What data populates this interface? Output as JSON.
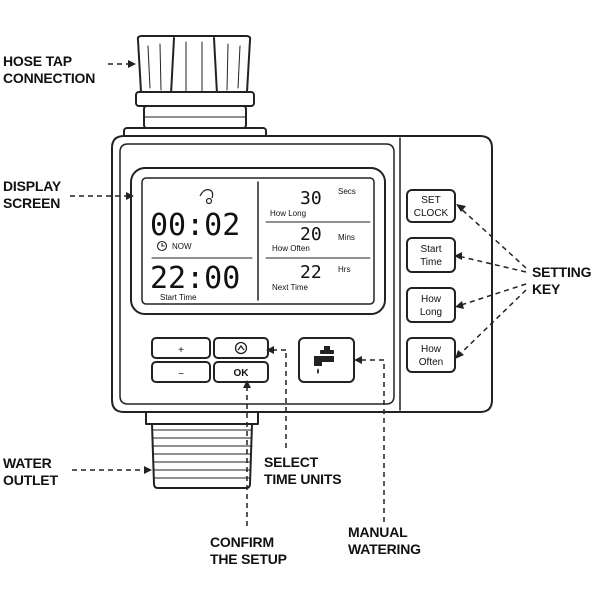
{
  "callouts": {
    "hose_tap": [
      "HOSE TAP",
      "CONNECTION"
    ],
    "display": [
      "DISPLAY",
      "SCREEN"
    ],
    "setting_key": [
      "SETTING",
      "KEY"
    ],
    "water_outlet": [
      "WATER",
      "OUTLET"
    ],
    "select_units": [
      "SELECT",
      "TIME UNITS"
    ],
    "confirm": [
      "CONFIRM",
      "THE SETUP"
    ],
    "manual": [
      "MANUAL",
      "WATERING"
    ]
  },
  "screen": {
    "clock_time": "00:02",
    "now_label": "NOW",
    "start_time": "22:00",
    "start_label": "Start Time",
    "how_long_value": "30",
    "how_long_unit": "Secs",
    "how_long_label": "How Long",
    "how_often_value": "20",
    "how_often_unit": "Mins",
    "how_often_label": "How Often",
    "next_time_value": "22",
    "next_time_unit": "Hrs",
    "next_time_label": "Next Time"
  },
  "keys": {
    "set_clock": [
      "SET",
      "CLOCK"
    ],
    "start_time": [
      "Start",
      "Time"
    ],
    "how_long": [
      "How",
      "Long"
    ],
    "how_often": [
      "How",
      "Often"
    ],
    "plus": "+",
    "minus": "−",
    "ok": "OK"
  },
  "icons": [
    "faucet-icon",
    "clock-icon",
    "tap-icon",
    "select-units-icon"
  ]
}
